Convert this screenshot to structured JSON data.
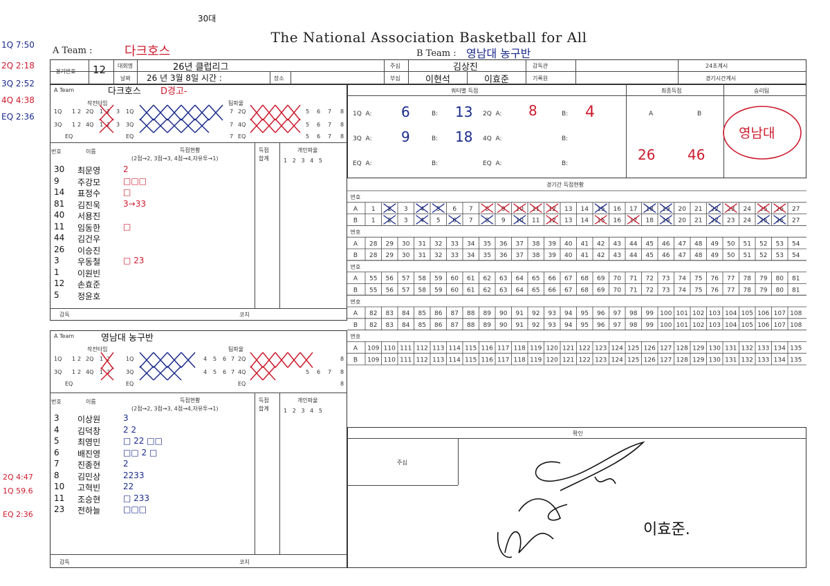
{
  "header": {
    "title": "The National Association Basketball for All",
    "a_team_label": "A Team :",
    "a_team_name": "다크호스",
    "b_team_label": "B Team :",
    "b_team_name": "영남대 농구반",
    "top_note": "30대",
    "left_notes": [
      "1Q 7:50",
      "2Q 2:18",
      "3Q 2:52",
      "4Q 4:38",
      "EQ 2:36"
    ]
  },
  "game_info": {
    "game_no_label": "경기번호",
    "game_no": "12",
    "tournament_label": "대회명",
    "tournament": "26년 클럽리그",
    "date_label": "날짜",
    "date": "26 년 3월 8일 시간 :",
    "venue_label": "장소",
    "chief_referee_label": "주심",
    "chief_referee": "김상진",
    "sub_referee_label": "부심",
    "sub_referee_1": "이현석",
    "sub_referee_2": "이효준",
    "supervisor_label": "감독관",
    "recorder_label": "기록원",
    "shot_clock_label": "24초계시",
    "game_clock_label": "경기시간계시"
  },
  "team_a": {
    "label": "A Team",
    "name": "다크호스",
    "note": "D경고-",
    "timeout_label": "작전타임",
    "team_foul_label": "팀파울",
    "scoring_label": "득점현황",
    "scoring_hint": "(2점→2, 3점→3, 4점→4,자유투→1)",
    "points_label": "득점",
    "total_label": "합계",
    "foul_label": "개인파울",
    "no_label": "번호",
    "name_label": "이름",
    "coach_label": "감독",
    "coach2_label": "코치",
    "players": [
      {
        "no": "30",
        "name": "최문영",
        "score": "2"
      },
      {
        "no": "9",
        "name": "주강모",
        "score": "□□□"
      },
      {
        "no": "14",
        "name": "표정수",
        "score": "□"
      },
      {
        "no": "81",
        "name": "김진욱",
        "score": "3→33"
      },
      {
        "no": "40",
        "name": "서용진",
        "score": ""
      },
      {
        "no": "11",
        "name": "임동한",
        "score": "□"
      },
      {
        "no": "44",
        "name": "김건우",
        "score": ""
      },
      {
        "no": "26",
        "name": "이승진",
        "score": ""
      },
      {
        "no": "3",
        "name": "우동철",
        "score": "□ 23"
      },
      {
        "no": "1",
        "name": "이원빈",
        "score": ""
      },
      {
        "no": "12",
        "name": "손효준",
        "score": ""
      },
      {
        "no": "5",
        "name": "정윤호",
        "score": ""
      }
    ]
  },
  "team_b": {
    "label": "B Team",
    "name": "영남대 농구반",
    "players": [
      {
        "no": "3",
        "name": "이상원",
        "score": "3"
      },
      {
        "no": "4",
        "name": "김덕창",
        "score": "2 2"
      },
      {
        "no": "5",
        "name": "최영민",
        "score": "□ 22 □□"
      },
      {
        "no": "6",
        "name": "배진영",
        "score": "□□ 2 □"
      },
      {
        "no": "7",
        "name": "진종현",
        "score": "2"
      },
      {
        "no": "8",
        "name": "김민상",
        "score": "2233"
      },
      {
        "no": "10",
        "name": "고혁빈",
        "score": "22"
      },
      {
        "no": "11",
        "name": "조승현",
        "score": "□ 233"
      },
      {
        "no": "23",
        "name": "전하늘",
        "score": "□□□"
      }
    ],
    "left_notes": [
      "2Q 4:47",
      "1Q 59.6",
      "EQ 2:36"
    ]
  },
  "quarter_scores": {
    "label": "쿼터별 득점",
    "q1_a": "6",
    "q1_b": "13",
    "q2_a": "8",
    "q2_b": "4",
    "q3_a": "9",
    "q3_b": "18"
  },
  "final": {
    "label": "최종득점",
    "a_label": "A",
    "b_label": "B",
    "a": "26",
    "b": "46"
  },
  "winner": {
    "label": "승리팀",
    "name": "영남대"
  },
  "running_label": "경기간 득점현황",
  "confirm": {
    "label": "확인",
    "chief_label": "주심",
    "signature_text": "이효준."
  }
}
